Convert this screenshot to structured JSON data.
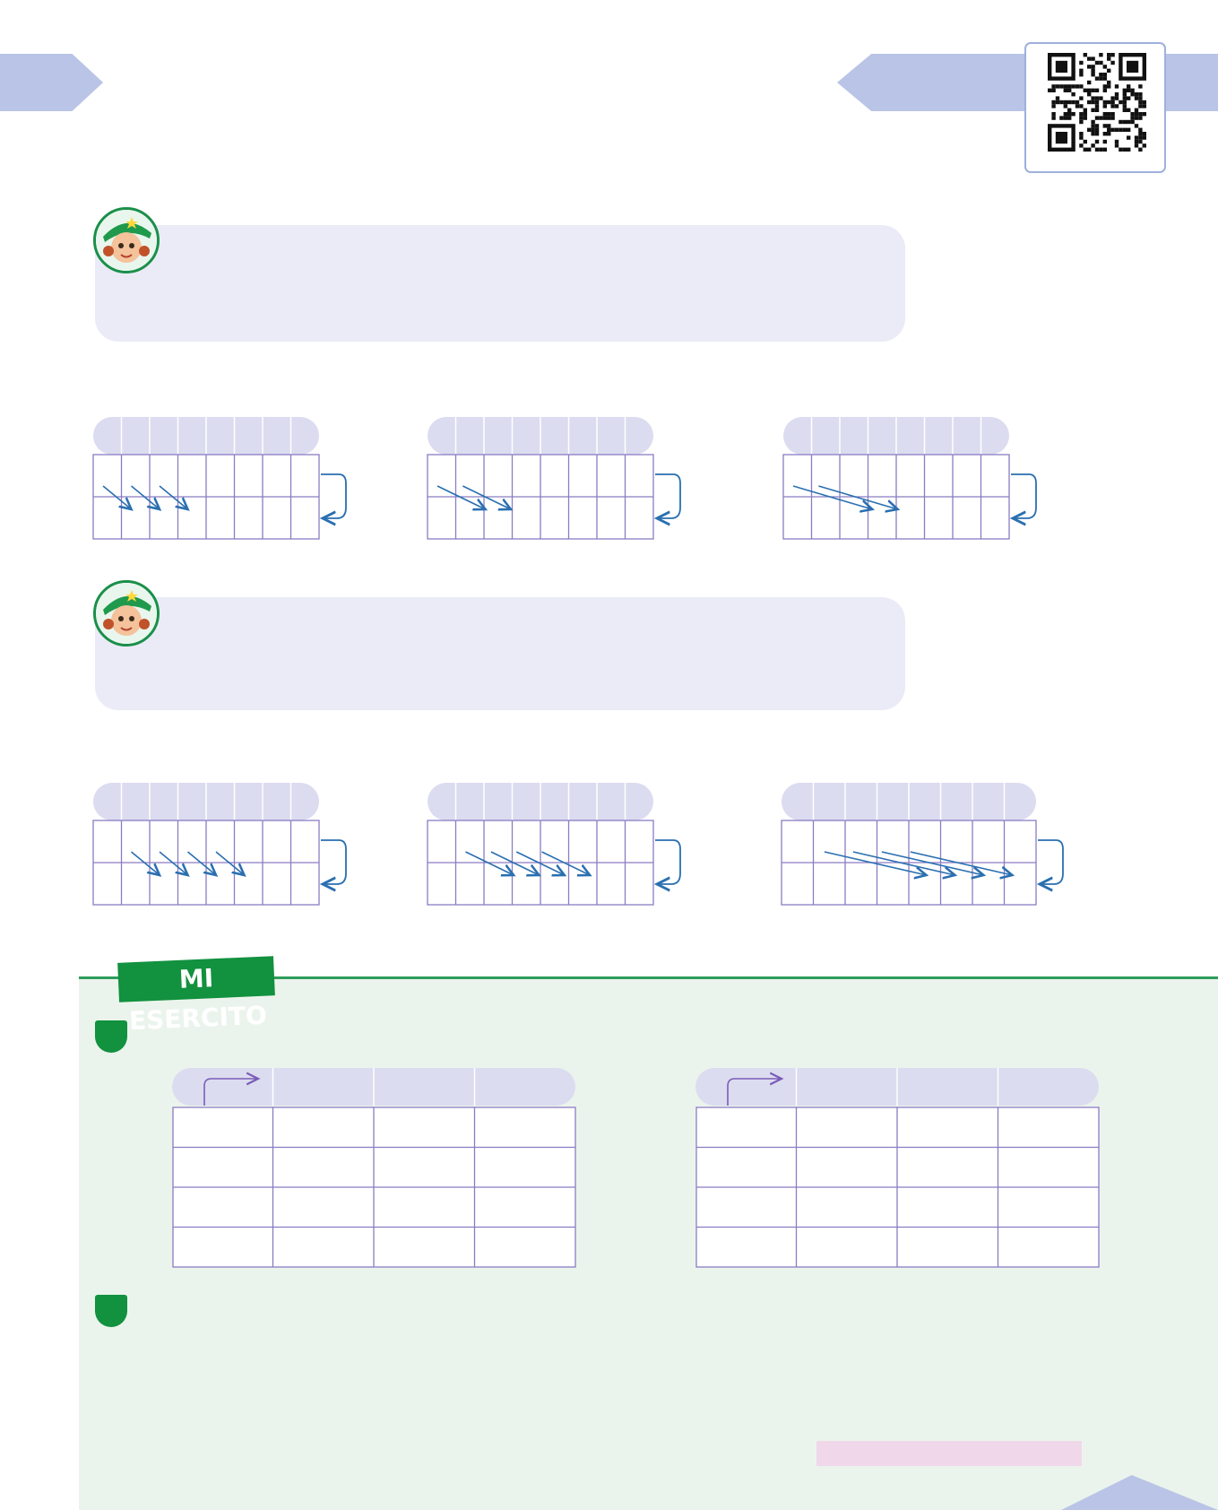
{
  "exercise_section": {
    "label": "MI ESERCITO"
  },
  "icons": {
    "qr": "qr-code-icon",
    "avatar": "cartoon-girl-green-cap-avatar",
    "step_arrow": "diagonal-arrow-icon",
    "return_arrow": "return-arrow-icon",
    "turn_arrow": "turn-right-arrow-icon"
  },
  "colors": {
    "banner": "#b9c4e6",
    "bubble": "#ebebf7",
    "grid_line": "#8a7cc4",
    "arrow": "#2a6fb0",
    "exercise_bg": "#ebf4ec",
    "exercise_green": "#12913f",
    "highlight": "#f0d8ea"
  },
  "digit_grids": {
    "count": 6,
    "columns_per_grid": 8,
    "rows_per_grid": 2,
    "arrows_per_grid": [
      3,
      2,
      2,
      4,
      4,
      4
    ]
  },
  "empty_tables": {
    "count": 2,
    "columns": 4,
    "rows": 4
  }
}
